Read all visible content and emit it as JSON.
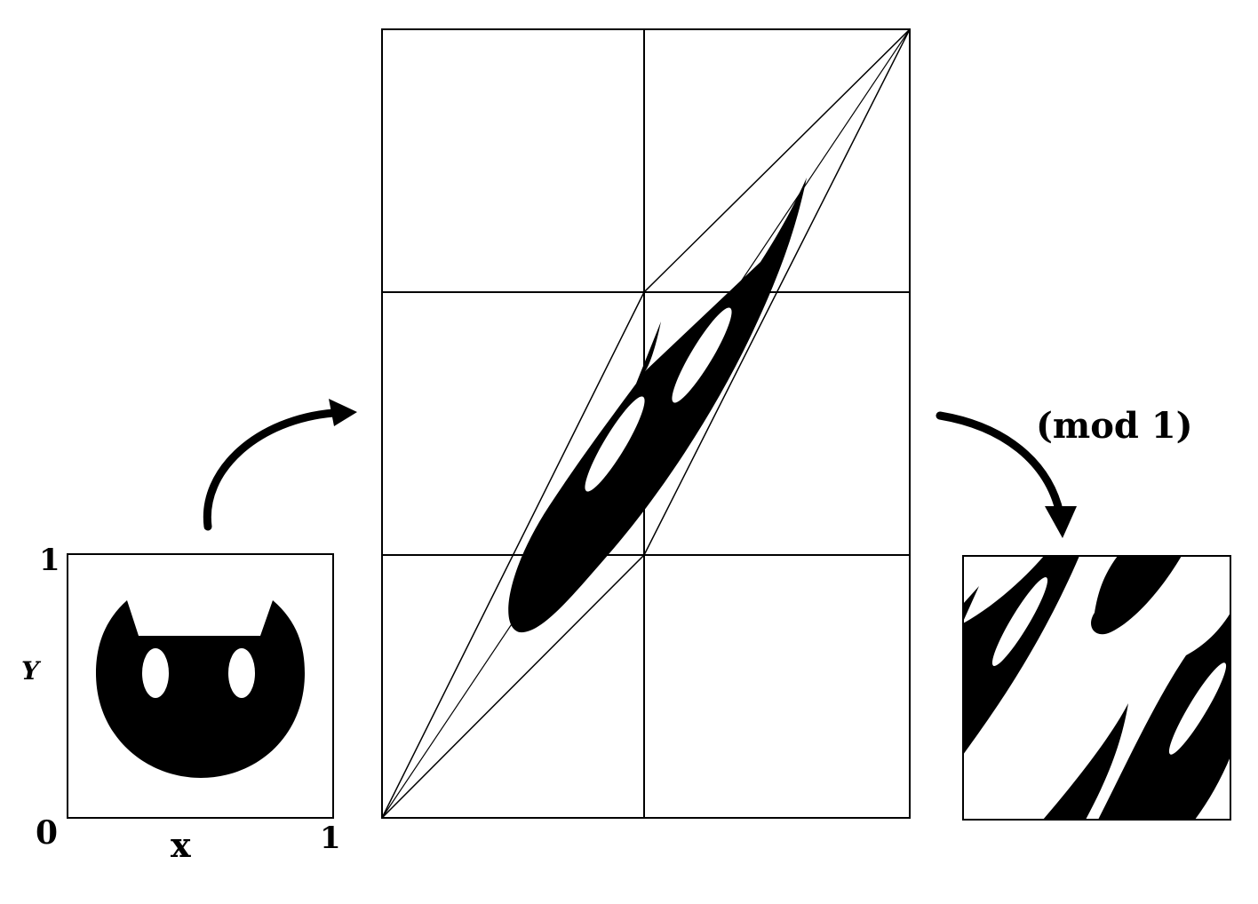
{
  "labels": {
    "origin": "0",
    "x_max": "1",
    "y_max": "1",
    "x_axis": "x",
    "y_axis": "Y",
    "modulo": "(mod 1)"
  },
  "colors": {
    "ink": "#000000",
    "paper": "#ffffff"
  },
  "panels": [
    "original-cat-square",
    "stretched-cat-grid",
    "wrapped-cat-square"
  ],
  "arrows": [
    "map-arrow",
    "mod-arrow"
  ]
}
